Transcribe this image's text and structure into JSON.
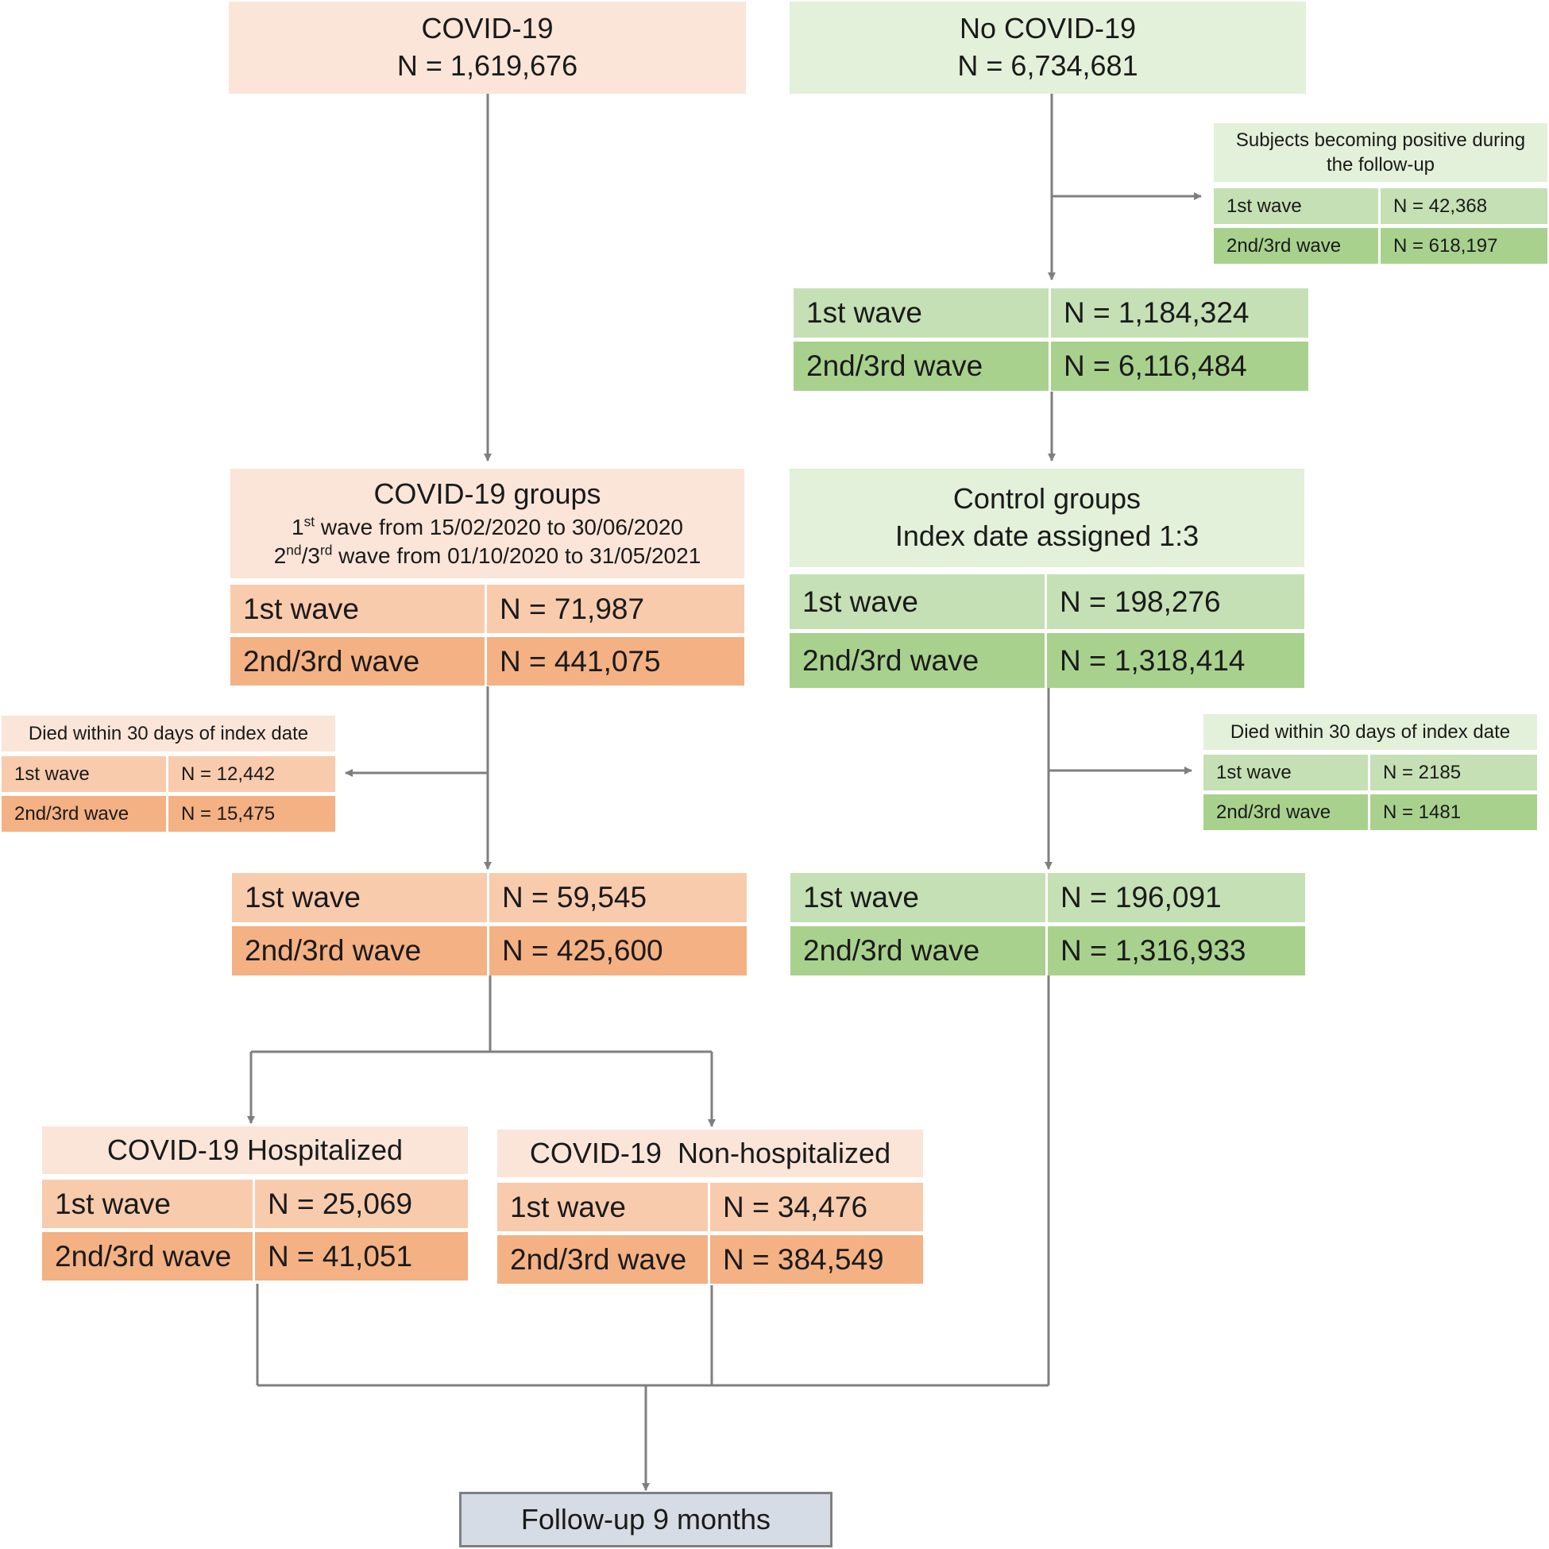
{
  "covid": {
    "title": "COVID-19",
    "n": "N = 1,619,676"
  },
  "no_covid": {
    "title": "No COVID-19",
    "n": "N = 6,734,681"
  },
  "positive_followup": {
    "title": "Subjects becoming positive during the follow-up",
    "rows": [
      {
        "label": "1st wave",
        "value": "N = 42,368"
      },
      {
        "label": "2nd/3rd wave",
        "value": "N = 618,197"
      }
    ]
  },
  "no_covid_waves": {
    "rows": [
      {
        "label": "1st wave",
        "value": "N = 1,184,324"
      },
      {
        "label": "2nd/3rd wave",
        "value": "N = 6,116,484"
      }
    ]
  },
  "covid_groups": {
    "title": "COVID-19 groups",
    "line1": {
      "sup": "st",
      "text": " wave from 15/02/2020 to 30/06/2020"
    },
    "line2": {
      "sup1": "nd",
      "mid": "/3",
      "sup2": "rd",
      "text": " wave from 01/10/2020 to 31/05/2021"
    },
    "rows": [
      {
        "label": "1st wave",
        "value": "N = 71,987"
      },
      {
        "label": "2nd/3rd wave",
        "value": "N = 441,075"
      }
    ]
  },
  "control_groups": {
    "title": "Control groups",
    "subtitle": "Index date assigned 1:3",
    "rows": [
      {
        "label": "1st wave",
        "value": "N = 198,276"
      },
      {
        "label": "2nd/3rd wave",
        "value": "N = 1,318,414"
      }
    ]
  },
  "died_covid": {
    "title": "Died within 30 days of index date",
    "rows": [
      {
        "label": "1st wave",
        "value": "N = 12,442"
      },
      {
        "label": "2nd/3rd wave",
        "value": "N = 15,475"
      }
    ]
  },
  "died_control": {
    "title": "Died within 30 days of index date",
    "rows": [
      {
        "label": "1st wave",
        "value": "N = 2185"
      },
      {
        "label": "2nd/3rd wave",
        "value": "N = 1481"
      }
    ]
  },
  "covid_after": {
    "rows": [
      {
        "label": "1st wave",
        "value": "N = 59,545"
      },
      {
        "label": "2nd/3rd wave",
        "value": "N = 425,600"
      }
    ]
  },
  "control_after": {
    "rows": [
      {
        "label": "1st wave",
        "value": "N = 196,091"
      },
      {
        "label": "2nd/3rd wave",
        "value": "N = 1,316,933"
      }
    ]
  },
  "hospitalized": {
    "title": "COVID-19 Hospitalized",
    "rows": [
      {
        "label": "1st wave",
        "value": "N = 25,069"
      },
      {
        "label": "2nd/3rd wave",
        "value": "N = 41,051"
      }
    ]
  },
  "non_hospitalized": {
    "title": "COVID-19  Non-hospitalized",
    "rows": [
      {
        "label": "1st wave",
        "value": "N = 34,476"
      },
      {
        "label": "2nd/3rd wave",
        "value": "N = 384,549"
      }
    ]
  },
  "followup": {
    "title": "Follow-up 9 months"
  },
  "colors": {
    "covid_header": "#fbe5d8",
    "covid_row1": "#f8cbad",
    "covid_row2": "#f4b183",
    "control_header": "#e3f0da",
    "control_row1": "#c5e0b4",
    "control_row2": "#a9d18e",
    "followup_fill": "#d6dce5",
    "connector": "#7f7f7f"
  }
}
